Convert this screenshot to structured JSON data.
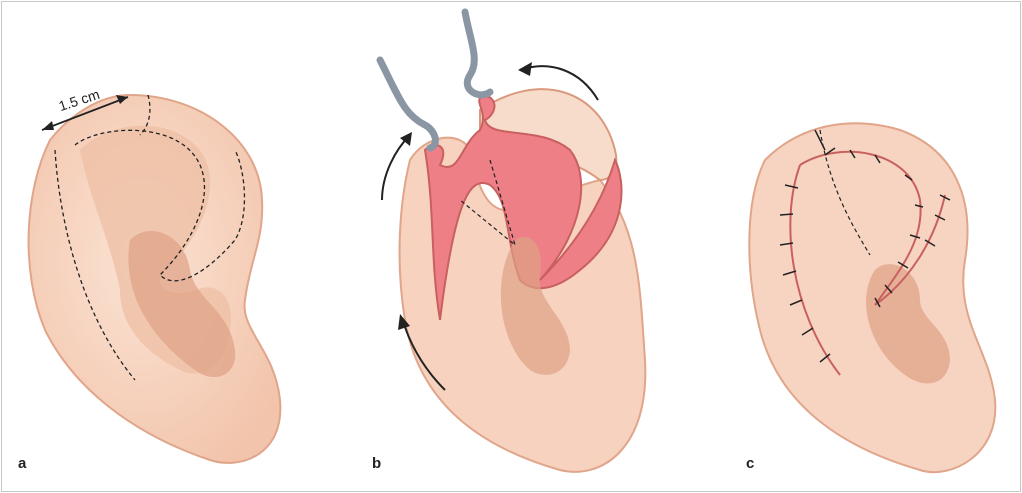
{
  "panels": [
    {
      "label": "a",
      "annotation": "1.5 cm"
    },
    {
      "label": "b"
    },
    {
      "label": "c"
    }
  ],
  "colors": {
    "skin": "#f9d9c6",
    "skin_shadow": "#e8b59c",
    "outline": "#d99a7e",
    "wound": "#ee7f86",
    "hook": "#8a96a3"
  }
}
